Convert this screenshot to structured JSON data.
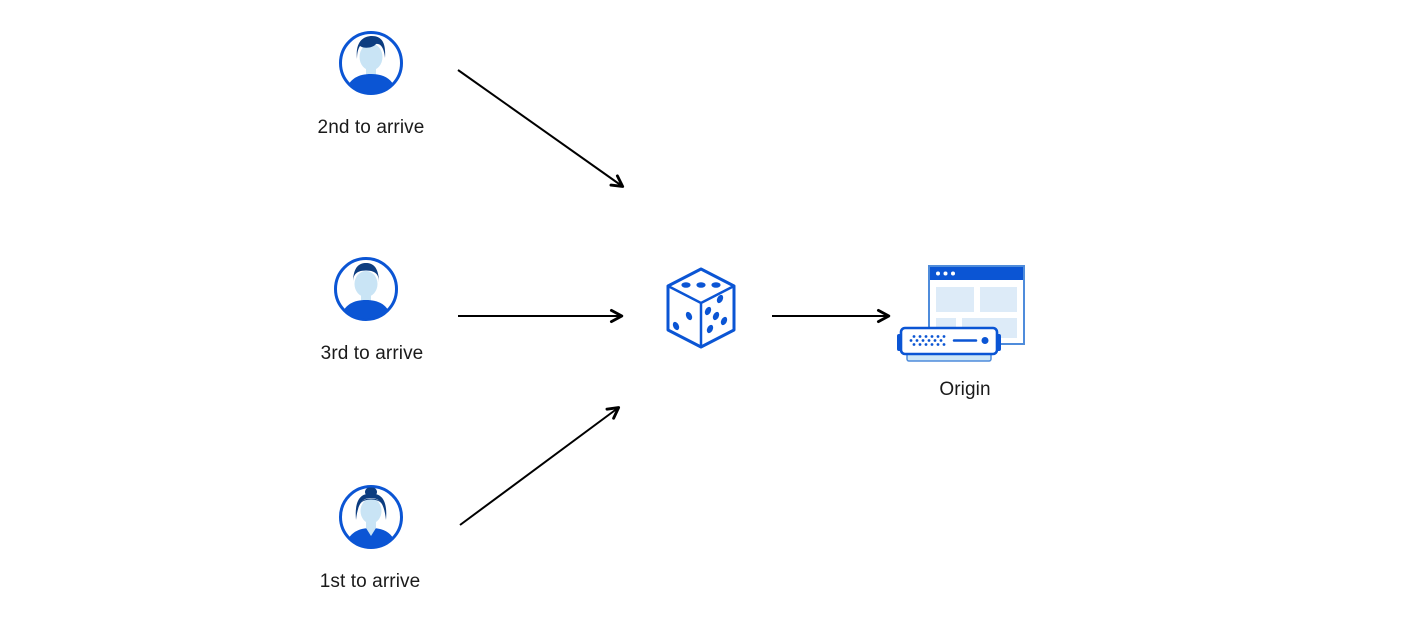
{
  "colors": {
    "primary_blue": "#0b55d4",
    "dark_navy": "#0d3d80",
    "light_face_blue": "#c9e4f5",
    "panel_blue": "#ddebf8",
    "window_border_blue": "#4f8cdb",
    "server_base_blue": "#cde6f7",
    "arrow_black": "#000000",
    "label_text": "#1a1a1a",
    "background": "#ffffff"
  },
  "clients": [
    {
      "label": "2nd to arrive",
      "icon": "avatar-man-swept-hair-icon"
    },
    {
      "label": "3rd to arrive",
      "icon": "avatar-man-short-hair-icon"
    },
    {
      "label": "1st to arrive",
      "icon": "avatar-woman-bun-icon"
    }
  ],
  "selector": {
    "icon": "dice-icon"
  },
  "origin": {
    "label": "Origin",
    "icons": [
      "browser-window-icon",
      "server-icon"
    ]
  },
  "arrows": [
    {
      "from": "client-2nd-to-arrive",
      "to": "dice"
    },
    {
      "from": "client-3rd-to-arrive",
      "to": "dice"
    },
    {
      "from": "client-1st-to-arrive",
      "to": "dice"
    },
    {
      "from": "dice",
      "to": "origin"
    }
  ]
}
